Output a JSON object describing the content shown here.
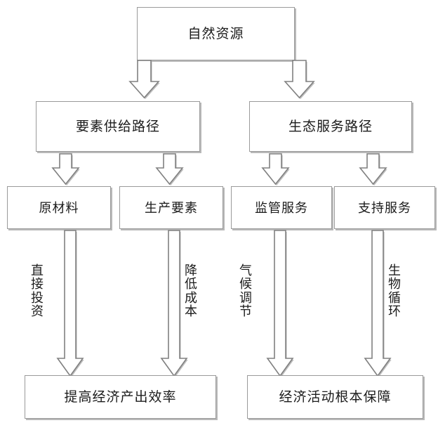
{
  "diagram": {
    "title_node": {
      "label": "自然资源"
    },
    "level2": [
      {
        "id": "factor-supply-path",
        "label": "要素供给路径"
      },
      {
        "id": "ecological-service-path",
        "label": "生态服务路径"
      }
    ],
    "level3": [
      {
        "id": "raw-materials",
        "label": "原材料"
      },
      {
        "id": "production-factors",
        "label": "生产要素"
      },
      {
        "id": "regulatory-services",
        "label": "监管服务"
      },
      {
        "id": "supporting-services",
        "label": "支持服务"
      }
    ],
    "edge_labels": [
      {
        "id": "direct-investment",
        "label": "直接投资"
      },
      {
        "id": "cost-reduction",
        "label": "降低成本"
      },
      {
        "id": "climate-regulation",
        "label": "气候调节"
      },
      {
        "id": "biological-cycle",
        "label": "生物循环"
      }
    ],
    "outcomes": [
      {
        "id": "economic-output-efficiency",
        "label": "提高经济产出效率"
      },
      {
        "id": "economic-activity-guarantee",
        "label": "经济活动根本保障"
      }
    ],
    "colors": {
      "box_border": "#9a9a9a",
      "box_shadow": "#b9b9b9",
      "arrow_stroke": "#808080",
      "arrow_fill": "#ffffff",
      "text": "#1b1b1b",
      "background": "#ffffff"
    }
  }
}
